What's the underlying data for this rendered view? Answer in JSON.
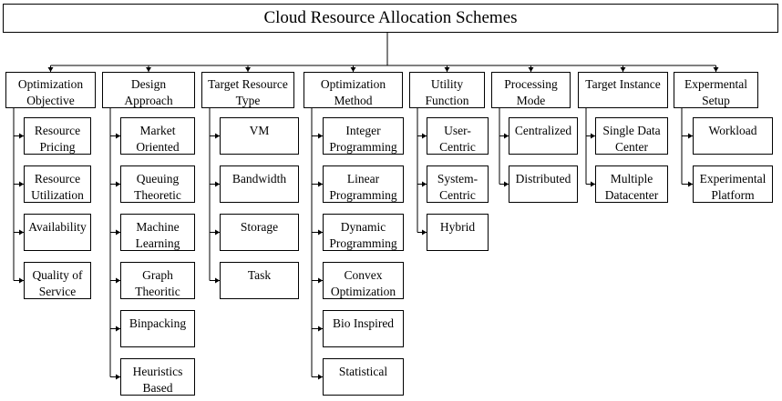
{
  "title": "Cloud Resource Allocation Schemes",
  "categories": [
    {
      "label": "Optimization Objective",
      "items": [
        "Resource Pricing",
        "Resource Utilization",
        "Availability",
        "Quality of Service"
      ]
    },
    {
      "label": "Design Approach",
      "items": [
        "Market Oriented",
        "Queuing Theoretic",
        "Machine Learning",
        "Graph Theoritic",
        "Binpacking",
        "Heuristics Based"
      ]
    },
    {
      "label": "Target Resource Type",
      "items": [
        "VM",
        "Bandwidth",
        "Storage",
        "Task"
      ]
    },
    {
      "label": "Optimization Method",
      "items": [
        "Integer Programming",
        "Linear Programming",
        "Dynamic Programming",
        "Convex Optimization",
        "Bio Inspired",
        "Statistical"
      ]
    },
    {
      "label": "Utility Function",
      "items": [
        "User-Centric",
        "System-Centric",
        "Hybrid"
      ]
    },
    {
      "label": "Processing Mode",
      "items": [
        "Centralized",
        "Distributed"
      ]
    },
    {
      "label": "Target Instance",
      "items": [
        "Single Data Center",
        "Multiple Datacenter"
      ]
    },
    {
      "label": "Expermental Setup",
      "items": [
        "Workload",
        "Experimental Platform"
      ]
    }
  ]
}
